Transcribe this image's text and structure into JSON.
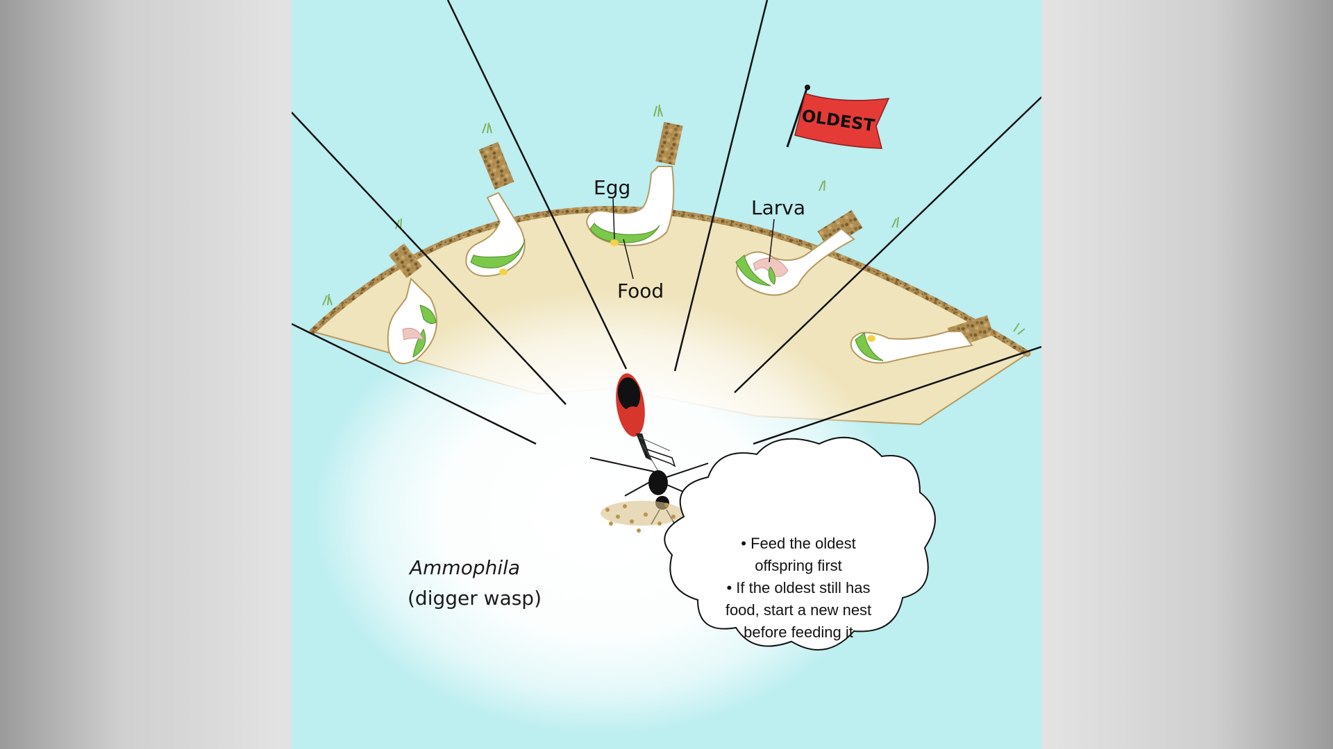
{
  "labels": {
    "egg": "Egg",
    "food": "Food",
    "larva": "Larva",
    "flag": "OLDEST"
  },
  "caption": {
    "species": "Ammophila",
    "common_name": "(digger wasp)"
  },
  "thought_bubble": {
    "lines": [
      "• Feed the oldest",
      "offspring first",
      "• If the oldest still has",
      "food, start a new nest",
      "before feeding it"
    ]
  },
  "colors": {
    "sky": "#bdeef0",
    "soil": "#efe4bc",
    "food": "#7cc84a",
    "flag": "#e53b37",
    "wasp_abdomen": "#d6362b"
  }
}
